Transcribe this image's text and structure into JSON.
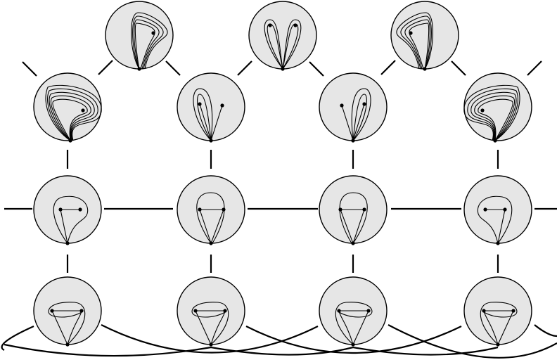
{
  "colors": {
    "disk_fill": "#e6e6e6",
    "stroke": "#000000",
    "background": "#ffffff"
  },
  "rows": [
    {
      "name": "top-row",
      "count": 3,
      "pattern": [
        "nested-loops-4-right",
        "two-petals",
        "nested-loops-4-left"
      ]
    },
    {
      "name": "upper-row",
      "count": 4,
      "pattern": [
        "spiral-loops-5",
        "petal-with-point",
        "petal-with-point-mirror",
        "spiral-loops-5-mirror"
      ]
    },
    {
      "name": "middle-row",
      "count": 4,
      "pattern": [
        "loop-around-segment",
        "triangle-over-segment",
        "triangle-over-segment-mirror",
        "loop-around-segment-mirror"
      ]
    },
    {
      "name": "bottom-row",
      "count": 4,
      "pattern": [
        "small-loop-segment",
        "small-loop-segment",
        "small-loop-segment-mirror",
        "small-loop-segment-mirror"
      ]
    }
  ]
}
